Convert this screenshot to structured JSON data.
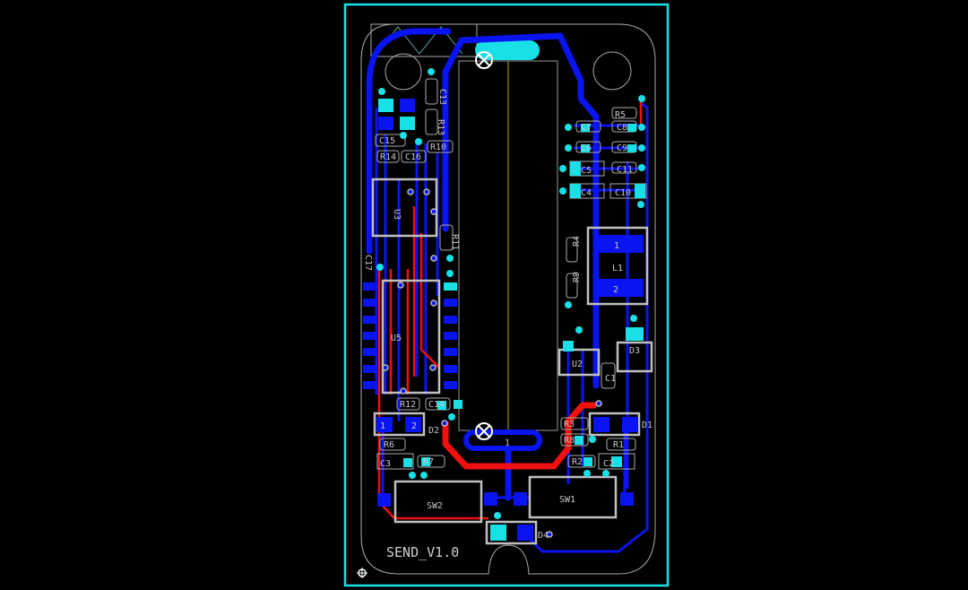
{
  "board": {
    "title": "SEND_V1.0",
    "colors": {
      "background": "#000000",
      "board_edge": "#19e0e6",
      "top_copper": "#f01010",
      "bottom_copper": "#0a14f0",
      "pads": "#19e0e6",
      "silkscreen": "#c0c0c0",
      "outline": "#bbbbbb",
      "center_line": "#b0b000"
    }
  },
  "components": {
    "U1_pin": "1",
    "C13": "C13",
    "R13": "R13",
    "C15": "C15",
    "R14": "R14",
    "C16": "C16",
    "R10": "R10",
    "U3": "U3",
    "R11": "R11",
    "C17": "C17",
    "U5": "U5",
    "R12": "R12",
    "C14": "C14",
    "D2": "D2",
    "R6": "R6",
    "C3": "C3",
    "R7": "R7",
    "SW2": "SW2",
    "SW1": "SW1",
    "D4": "D4",
    "R5": "R5",
    "C7": "C7",
    "C8": "C8",
    "C6": "C6",
    "C9": "C9",
    "C5": "C5",
    "C11": "C11",
    "C4": "C4",
    "C10": "C10",
    "R4": "R4",
    "R9": "R9",
    "L1": "L1",
    "L1_pin1": "1",
    "L1_pin2": "2",
    "U2": "U2",
    "C1": "C1",
    "D3": "D3",
    "R3": "R3",
    "R8": "R8",
    "D1": "D1",
    "R1": "R1",
    "R2": "R2",
    "C2": "C2",
    "diode_pin1": "1",
    "diode_pin2": "2"
  }
}
